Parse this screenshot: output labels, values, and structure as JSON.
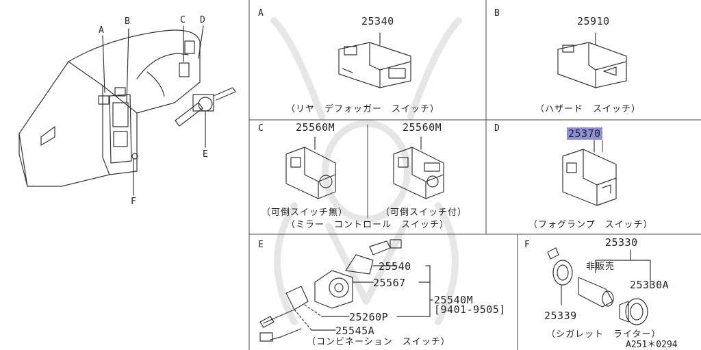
{
  "overview": {
    "callouts": {
      "a": "A",
      "b": "B",
      "c": "C",
      "d": "D",
      "e": "E",
      "f": "F"
    }
  },
  "panels": {
    "a": {
      "letter": "A",
      "part": "25340",
      "caption": "（リヤ　デフォッガー　スイッチ）"
    },
    "b": {
      "letter": "B",
      "part": "25910",
      "caption": "（ハザード　スイッチ）"
    },
    "c": {
      "letter": "C",
      "part_left": "25560M",
      "part_right": "25560M",
      "caption_left": "（可倒スイッチ無）",
      "caption_right": "（可倒スイッチ付）",
      "caption": "（ミラー　コントロール　スイッチ）"
    },
    "d": {
      "letter": "D",
      "part": "25370",
      "caption": "（フォグランプ　スイッチ）"
    },
    "e": {
      "letter": "E",
      "p1": "25540",
      "p2": "25567",
      "p3": "25540M",
      "p3_range": "[9401-9505]",
      "p4": "25260P",
      "p5": "25545A",
      "caption": "（コンビネーション　スイッチ）"
    },
    "f": {
      "letter": "F",
      "p1": "25330",
      "note": "非販売",
      "p2": "25330A",
      "p3": "25339",
      "caption": "（シガレット　ライター）",
      "ref": "A251＊0294"
    }
  }
}
